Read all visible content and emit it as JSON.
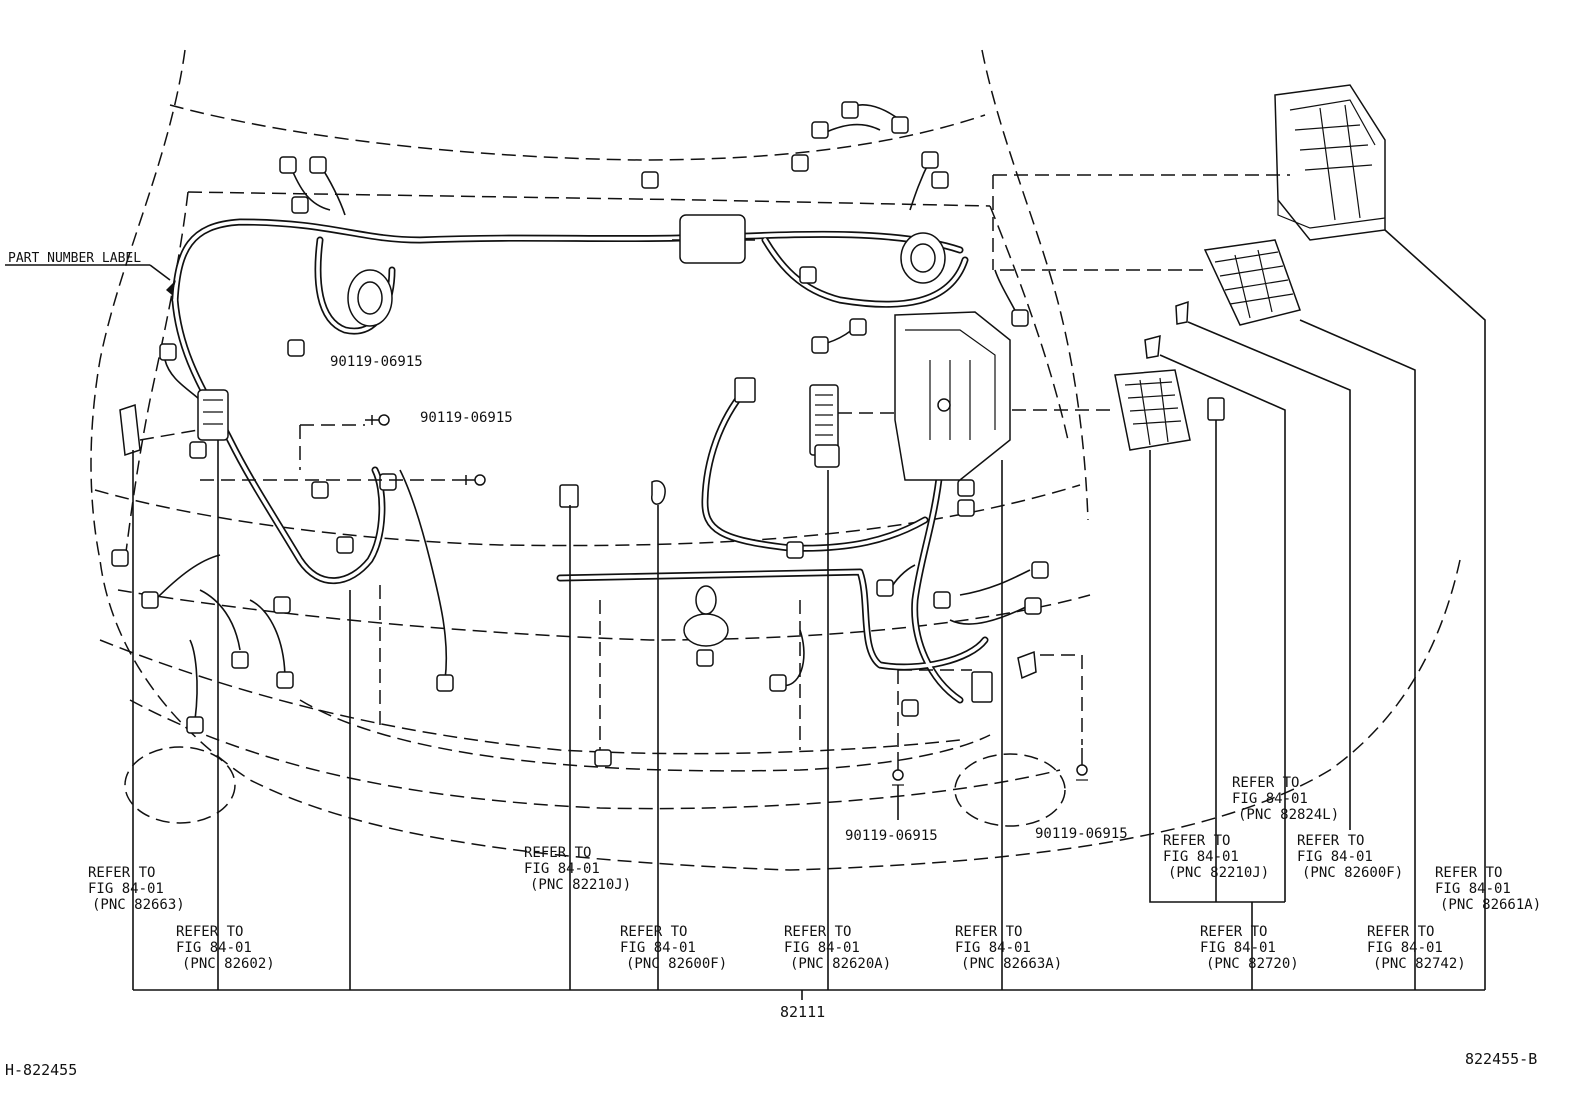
{
  "part_label": "PART NUMBER LABEL",
  "bolts": [
    "90119-06915",
    "90119-06915",
    "90119-06915",
    "90119-06915"
  ],
  "callouts": [
    {
      "id": "c1",
      "lines": [
        "REFER TO",
        "FIG 84-01",
        "(PNC 82663)"
      ]
    },
    {
      "id": "c2",
      "lines": [
        "REFER TO",
        "FIG 84-01",
        "(PNC 82602)"
      ]
    },
    {
      "id": "c3",
      "lines": [
        "REFER TO",
        "FIG 84-01",
        "(PNC 82210J)"
      ]
    },
    {
      "id": "c4",
      "lines": [
        "REFER TO",
        "FIG 84-01",
        "(PNC 82600F)"
      ]
    },
    {
      "id": "c5",
      "lines": [
        "REFER TO",
        "FIG 84-01",
        "(PNC 82620A)"
      ]
    },
    {
      "id": "c6",
      "lines": [
        "REFER TO",
        "FIG 84-01",
        "(PNC 82663A)"
      ]
    },
    {
      "id": "c7",
      "lines": [
        "REFER TO",
        "FIG 84-01",
        "(PNC 82824L)"
      ]
    },
    {
      "id": "c8",
      "lines": [
        "REFER TO",
        "FIG 84-01",
        "(PNC 82210J)"
      ]
    },
    {
      "id": "c9",
      "lines": [
        "REFER TO",
        "FIG 84-01",
        "(PNC 82600F)"
      ]
    },
    {
      "id": "c10",
      "lines": [
        "REFER TO",
        "FIG 84-01",
        "(PNC 82720)"
      ]
    },
    {
      "id": "c11",
      "lines": [
        "REFER TO",
        "FIG 84-01",
        "(PNC 82742)"
      ]
    },
    {
      "id": "c12",
      "lines": [
        "REFER TO",
        "FIG 84-01",
        "(PNC 82661A)"
      ]
    }
  ],
  "main_part_number": "82111",
  "footer_left": "H-822455",
  "footer_right": "822455-B"
}
